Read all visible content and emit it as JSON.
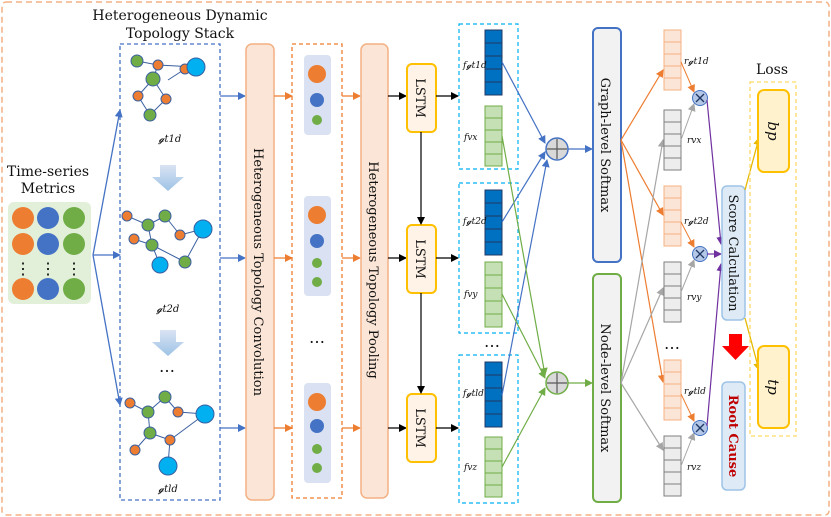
{
  "labels": {
    "stack_title_1": "Heterogeneous Dynamic",
    "stack_title_2": "Topology Stack",
    "metrics_1": "Time-series",
    "metrics_2": "Metrics",
    "conv": "Heterogeneous Topology Convolution",
    "pool": "Heterogeneous Topology Pooling",
    "lstm": "LSTM",
    "graph_softmax": "Graph-level Softmax",
    "node_softmax": "Node-level Softmax",
    "score": "Score Calculation",
    "root_cause": "Root Cause",
    "loss": "Loss",
    "bp": "bp",
    "tp": "tp",
    "ellipsis": "…",
    "dots": "⋮"
  },
  "graph_labels": [
    "𝓰t1d",
    "𝓰t2d",
    "𝓰tld"
  ],
  "feature_labels": [
    {
      "graph": "f𝓰t1d",
      "node": "fvx"
    },
    {
      "graph": "f𝓰t2d",
      "node": "fvy"
    },
    {
      "graph": "f𝓰tld",
      "node": "fvz"
    }
  ],
  "r_labels": [
    {
      "graph": "r𝓰t1d",
      "node": "rvx"
    },
    {
      "graph": "r𝓰t2d",
      "node": "rvy"
    },
    {
      "graph": "r𝓰tld",
      "node": "rvz"
    }
  ],
  "colors": {
    "orange_node": "#ED7D31",
    "blue_node": "#4472C4",
    "green_node": "#70AD47",
    "cyan_node": "#00B0F0",
    "lstm_border": "#FFC000",
    "orange_arrow": "#ED7D31",
    "blue_arrow": "#4472C4",
    "green_arrow": "#70AD47",
    "purple_arrow": "#7030A0",
    "root_red": "#C00000"
  }
}
